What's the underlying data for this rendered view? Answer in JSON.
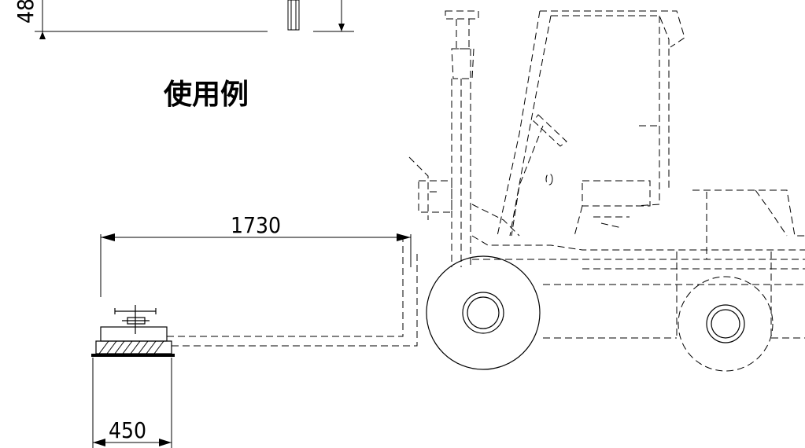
{
  "title": "使用例",
  "dimensions": {
    "top_partial": "48",
    "reach": "1730",
    "width": "450"
  }
}
